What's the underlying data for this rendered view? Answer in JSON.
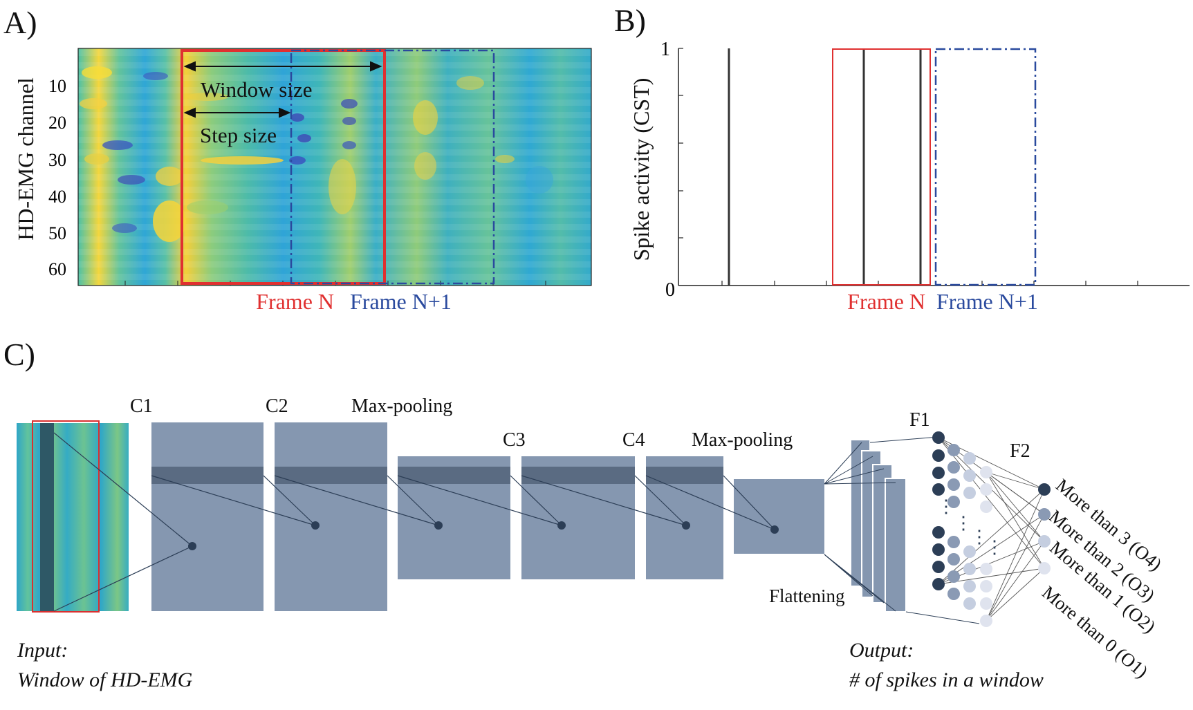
{
  "panelA": {
    "label": "A)",
    "ylabel": "HD-EMG  channel",
    "yticks": [
      "10",
      "20",
      "30",
      "40",
      "50",
      "60"
    ],
    "window_size_label": "Window size",
    "step_size_label": "Step size",
    "frame_n_label": "Frame N",
    "frame_n1_label": "Frame N+1"
  },
  "panelB": {
    "label": "B)",
    "ylabel": "Spike activity (CST)",
    "ytick_top": "1",
    "ytick_bottom": "0",
    "frame_n_label": "Frame N",
    "frame_n1_label": "Frame N+1"
  },
  "panelC": {
    "label": "C)",
    "c1_label": "C1",
    "c2_label": "C2",
    "maxpool1_label": "Max-pooling",
    "c3_label": "C3",
    "c4_label": "C4",
    "maxpool2_label": "Max-pooling",
    "flattening_label": "Flattening",
    "f1_label": "F1",
    "f2_label": "F2",
    "input_line1": "Input:",
    "input_line2": "Window of HD-EMG",
    "output_line1": "Output:",
    "output_line2": "# of spikes in a window",
    "outputs": [
      "More than 3 (O4)",
      "More than 2 (O3)",
      "More than 1 (O2)",
      "More than 0 (O1)"
    ],
    "ellipsis": "⋮"
  },
  "colors": {
    "frame_n": "#e03030",
    "frame_n1": "#2a4a9e",
    "layer_fill": "#8597b0",
    "layer_band": "#5a6b82",
    "node_dark": "#2c3e56",
    "node_mid": "#8a9ab4",
    "node_light": "#c5cee0",
    "node_lighter": "#dfe3ee"
  }
}
